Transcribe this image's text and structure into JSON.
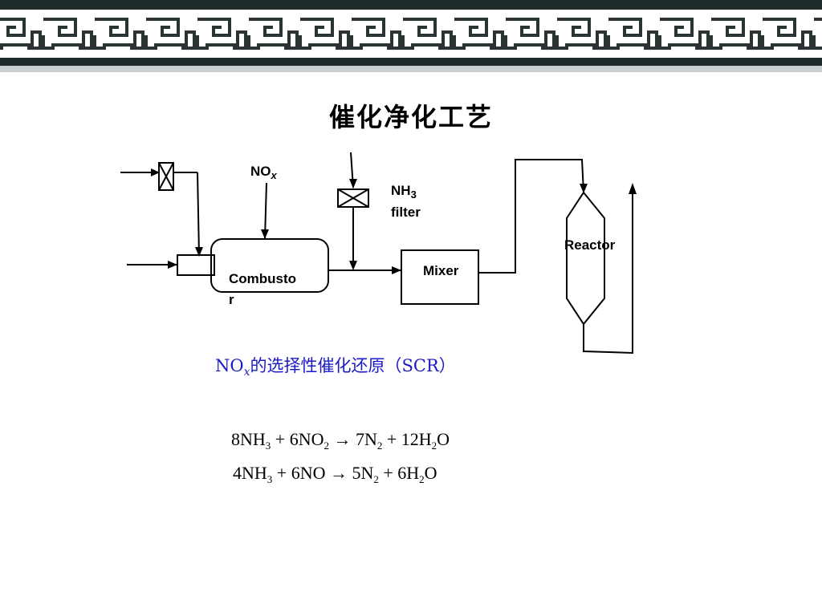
{
  "slide": {
    "title": "催化净化工艺"
  },
  "diagram": {
    "labels": {
      "nox_main": "NO",
      "nox_sub": "x",
      "nh3_main": "NH",
      "nh3_sub": "3",
      "filter": "filter",
      "reactor": "Reactor",
      "mixer": "Mixer",
      "combustor_line1": "Combusto",
      "combustor_line2": "r"
    }
  },
  "caption": {
    "prefix": "NO",
    "sub": "x",
    "text": "的选择性催化还原（SCR）"
  },
  "equations": [
    {
      "parts": [
        "8NH",
        "3",
        " + 6NO",
        "2",
        " → 7N",
        "2",
        " + 12H",
        "2",
        "O"
      ]
    },
    {
      "parts": [
        "4NH",
        "3",
        " + 6NO → 5N",
        "2",
        " + 6H",
        "2",
        "O"
      ]
    }
  ]
}
